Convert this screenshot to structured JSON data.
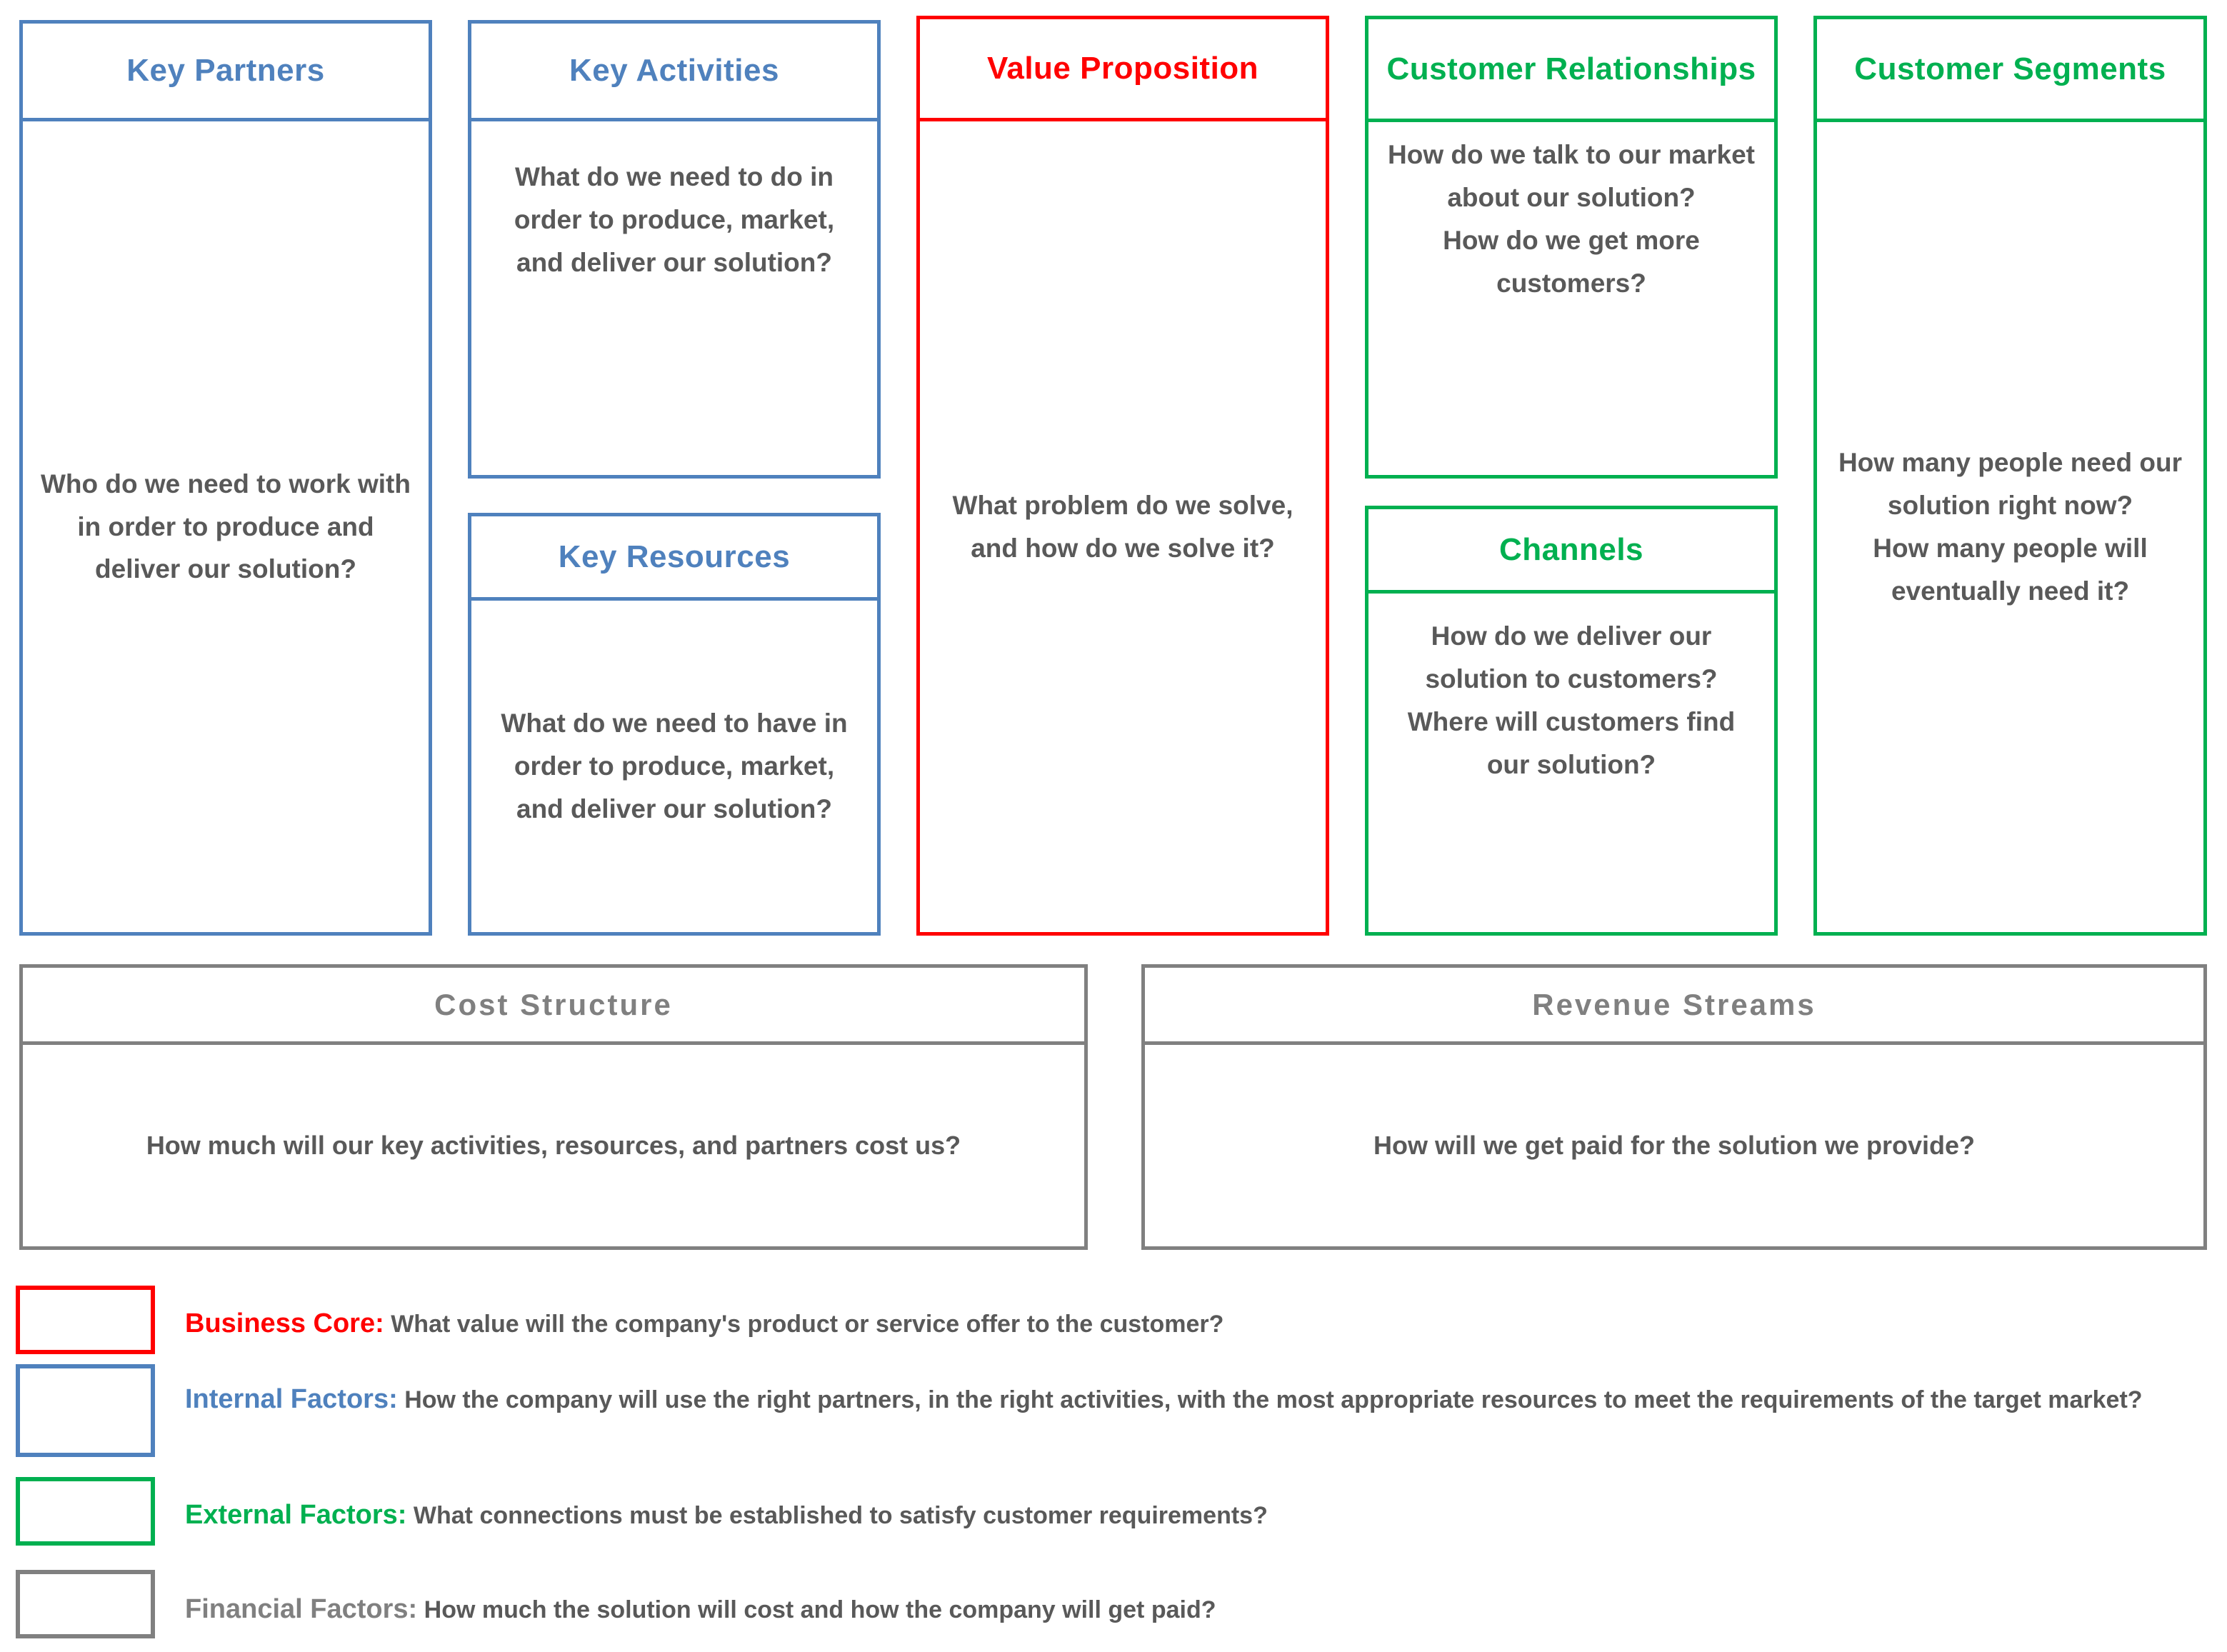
{
  "canvas": {
    "blocks": [
      {
        "id": "key-partners",
        "title": "Key Partners",
        "body": "Who do we need to work with in order to produce and deliver our solution?",
        "color": "#4f81bd",
        "category": "internal"
      },
      {
        "id": "key-activities",
        "title": "Key Activities",
        "body": "What do we need to do in order to produce, market, and deliver our solution?",
        "color": "#4f81bd",
        "category": "internal"
      },
      {
        "id": "key-resources",
        "title": "Key Resources",
        "body": "What do we need to have in order to produce, market, and deliver our solution?",
        "color": "#4f81bd",
        "category": "internal"
      },
      {
        "id": "value-proposition",
        "title": "Value Proposition",
        "body": "What problem do we solve, and how do we solve it?",
        "color": "#ff0000",
        "category": "business-core"
      },
      {
        "id": "customer-relationships",
        "title": "Customer Relationships",
        "body": "How do we talk to our market about our solution?\nHow do we get more customers?",
        "color": "#00b050",
        "category": "external"
      },
      {
        "id": "channels",
        "title": "Channels",
        "body": "How do we deliver our solution to customers?\nWhere will customers find our solution?",
        "color": "#00b050",
        "category": "external"
      },
      {
        "id": "customer-segments",
        "title": "Customer Segments",
        "body": "How many people need our solution right now?\nHow many people will eventually need it?",
        "color": "#00b050",
        "category": "external"
      },
      {
        "id": "cost-structure",
        "title": "Cost Structure",
        "body": "How much will our key activities, resources, and partners cost us?",
        "color": "#808080",
        "category": "financial"
      },
      {
        "id": "revenue-streams",
        "title": "Revenue Streams",
        "body": "How will we get paid for the solution we provide?",
        "color": "#808080",
        "category": "financial"
      }
    ]
  },
  "legend": {
    "items": [
      {
        "id": "business-core",
        "label": "Business Core:",
        "description": "What value will the company's product or service offer to the customer?",
        "color": "#ff0000"
      },
      {
        "id": "internal-factors",
        "label": "Internal Factors:",
        "description": "How the company will use the right partners, in the right activities, with the most appropriate resources to meet the requirements of the target market?",
        "color": "#4f81bd"
      },
      {
        "id": "external-factors",
        "label": "External Factors:",
        "description": "What connections must be established to satisfy customer requirements?",
        "color": "#00b050"
      },
      {
        "id": "financial-factors",
        "label": "Financial Factors:",
        "description": "How much the solution will cost and how the company will get paid?",
        "color": "#808080"
      }
    ]
  }
}
